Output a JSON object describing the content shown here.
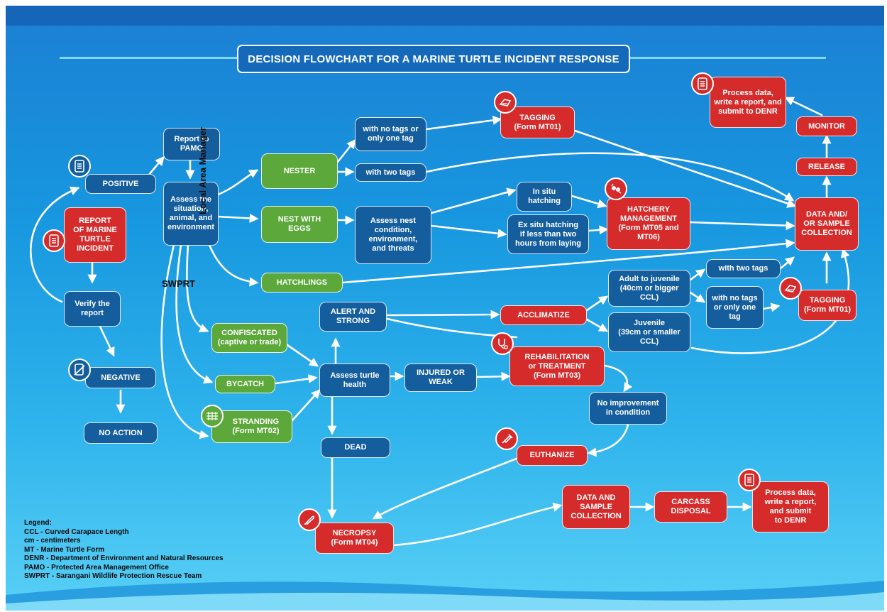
{
  "title": "DECISION FLOWCHART FOR A MARINE TURTLE INCIDENT RESPONSE",
  "side_labels": {
    "local_area_manager": "Local Area Manager",
    "swprt": "SWPRT"
  },
  "nodes": {
    "positive": "POSITIVE",
    "report_incident": "REPORT\nOF MARINE\nTURTLE\nINCIDENT",
    "verify": "Verify the\nreport",
    "negative": "NEGATIVE",
    "no_action": "NO ACTION",
    "report_pamo": "Report to\nPAMO",
    "assess_situation": "Assess the\nsituation,\nanimal, and\nenvironment",
    "nester": "NESTER",
    "nest_eggs": "NEST WITH\nEGGS",
    "hatchlings": "HATCHLINGS",
    "no_tags_top": "with no tags or\nonly one tag",
    "two_tags_top": "with two tags",
    "tagging_top": "TAGGING\n(Form MT01)",
    "assess_nest": "Assess nest\ncondition,\nenvironment,\nand threats",
    "in_situ": "In situ\nhatching",
    "ex_situ": "Ex situ hatching\nif less than two\nhours from laying",
    "hatchery": "HATCHERY\nMANAGEMENT\n(Form MT05 and\nMT06)",
    "data_sample": "DATA AND/\nOR SAMPLE\nCOLLECTION",
    "release": "RELEASE",
    "monitor": "MONITOR",
    "process_top": "Process data,\nwrite a report, and\nsubmit to DENR",
    "confiscated": "CONFISCATED\n(captive or trade)",
    "bycatch": "BYCATCH",
    "stranding": "STRANDING\n(Form MT02)",
    "alert_strong": "ALERT AND\nSTRONG",
    "assess_health": "Assess turtle\nhealth",
    "injured": "INJURED OR\nWEAK",
    "dead": "DEAD",
    "acclimatize": "ACCLIMATIZE",
    "adult": "Adult to juvenile\n(40cm or bigger\nCCL)",
    "juvenile": "Juvenile\n(39cm or smaller\nCCL)",
    "two_tags_mid": "with two tags",
    "no_tags_mid": "with no tags\nor only one\ntag",
    "tagging_mid": "TAGGING\n(Form MT01)",
    "rehab": "REHABILITATION\nor TREATMENT\n(Form MT03)",
    "no_improvement": "No improvement\nin condition",
    "euthanize": "EUTHANIZE",
    "necropsy": "NECROPSY\n(Form MT04)",
    "data_sample_bottom": "DATA AND\nSAMPLE\nCOLLECTION",
    "carcass": "CARCASS\nDISPOSAL",
    "process_bottom": "Process data,\nwrite a report,\nand submit\nto DENR"
  },
  "legend": {
    "heading": "Legend:",
    "items": [
      "CCL - Curved Carapace Length",
      "cm - centimeters",
      "MT - Marine Turtle Form",
      "DENR - Department of Environment and Natural Resources",
      "PAMO - Protected Area Management Office",
      "SWPRT - Sarangani Wildlife Protection Rescue Team"
    ]
  },
  "colors": {
    "blue_box": "#155e9e",
    "red_box": "#d62b2b",
    "green_box": "#5ca83a",
    "background": "#1797df",
    "title_box": "#1569b9"
  }
}
